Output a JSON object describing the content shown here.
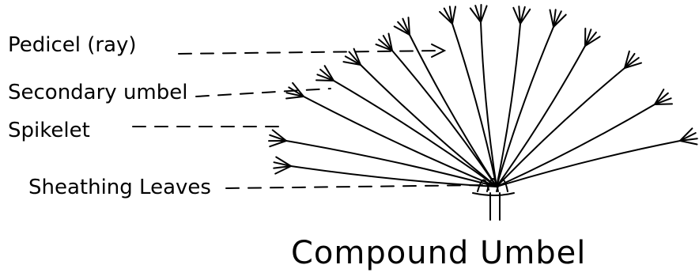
{
  "labels": {
    "pedicel": "Pedicel (ray)",
    "secondary_umbel": "Secondary umbel",
    "spikelet": "Spikelet",
    "sheathing_leaves": "Sheathing Leaves"
  },
  "caption": "Compound Umbel",
  "colors": {
    "ink": "#000000",
    "background": "#ffffff"
  }
}
